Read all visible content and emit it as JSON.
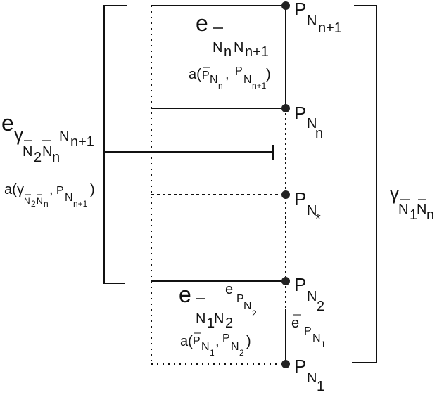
{
  "points": {
    "p_nn1": {
      "base": "P",
      "sub": "N",
      "subsub": "n+1"
    },
    "p_nn": {
      "base": "P",
      "sub": "N",
      "subsub": "n"
    },
    "p_nstar": {
      "base": "P",
      "sub": "N",
      "subsub": "*"
    },
    "p_n2": {
      "base": "P",
      "sub": "N",
      "subsub": "2"
    },
    "p_n1": {
      "base": "P",
      "sub": "N",
      "subsub": "1"
    }
  },
  "edges": {
    "top_edge": {
      "e": "e",
      "sub_bar_n": "N",
      "sub_n": "n",
      "sub_n2": "N",
      "sub_n2_idx": "n+1"
    },
    "top_area": {
      "a_open": "a(",
      "p1": "P",
      "p1_sub": "N",
      "p1_subsub": "n",
      "comma": ",",
      "p2": "P",
      "p2_sub": "N",
      "p2_subsub": "n+1",
      "close": ")"
    },
    "bottom_edge": {
      "e": "e",
      "sub_bar_n": "N",
      "sub_1": "1",
      "sub_n2": "N",
      "sub_2": "2"
    },
    "bottom_eP": {
      "e": "e",
      "p": "P",
      "sub": "N",
      "subsub": "2"
    },
    "bottom_area": {
      "a_open": "a(",
      "p1": "P",
      "p1_sub": "N",
      "p1_subsub": "1",
      "comma": ",",
      "p2": "P",
      "p2_sub": "N",
      "p2_subsub": "2",
      "close": ")"
    },
    "right_ebar": {
      "e": "e",
      "p": "P",
      "sub": "N",
      "subsub": "1"
    }
  },
  "left_bracket": {
    "e": "e",
    "gamma": "γ",
    "g_sub_n": "N",
    "g_sub_2": "2",
    "g_sub_nn": "N",
    "g_sub_n_idx": "n",
    "tail_n": "N",
    "tail_idx": "n+1",
    "area": {
      "a_open": "a(",
      "gamma": "γ",
      "g_sub_n": "N",
      "g_sub_2": "2",
      "g_sub_nn": "N",
      "g_sub_n_idx": "n",
      "comma": ",",
      "p": "P",
      "p_sub": "N",
      "p_subsub": "n+1",
      "close": ")"
    }
  },
  "right_bracket": {
    "gamma": "γ",
    "sub_n": "N",
    "sub_1": "1",
    "sub_nn": "N",
    "sub_n_idx": "n"
  }
}
